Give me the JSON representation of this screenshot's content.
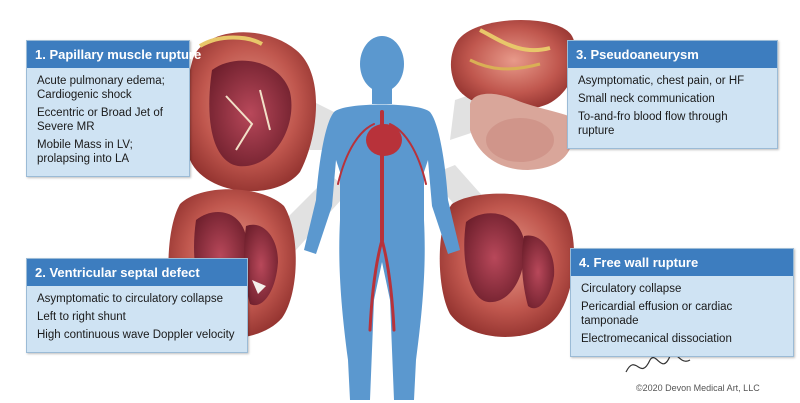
{
  "boxes": {
    "papillary": {
      "title": "1. Papillary muscle rupture",
      "items": [
        "Acute pulmonary edema; Cardiogenic shock",
        "Eccentric or Broad Jet of Severe MR",
        "Mobile Mass in LV; prolapsing into LA"
      ]
    },
    "pseudoaneurysm": {
      "title": "3. Pseudoaneurysm",
      "items": [
        "Asymptomatic, chest pain, or HF",
        "Small neck communication",
        "To-and-fro blood flow through rupture"
      ]
    },
    "septal": {
      "title": "2. Ventricular septal defect",
      "items": [
        "Asymptomatic to circulatory collapse",
        "Left to right shunt",
        "High continuous wave Doppler velocity"
      ]
    },
    "freewall": {
      "title": "4. Free wall rupture",
      "items": [
        "Circulatory collapse",
        "Pericardial effusion or cardiac tamponade",
        "Electromecanical dissociation"
      ]
    }
  },
  "credit": "©2020 Devon Medical Art, LLC",
  "colors": {
    "header_blue": "#3d7dbf",
    "box_fill": "#cfe3f3",
    "body_blue": "#5b98cf",
    "heart_red": "#b8323a"
  }
}
